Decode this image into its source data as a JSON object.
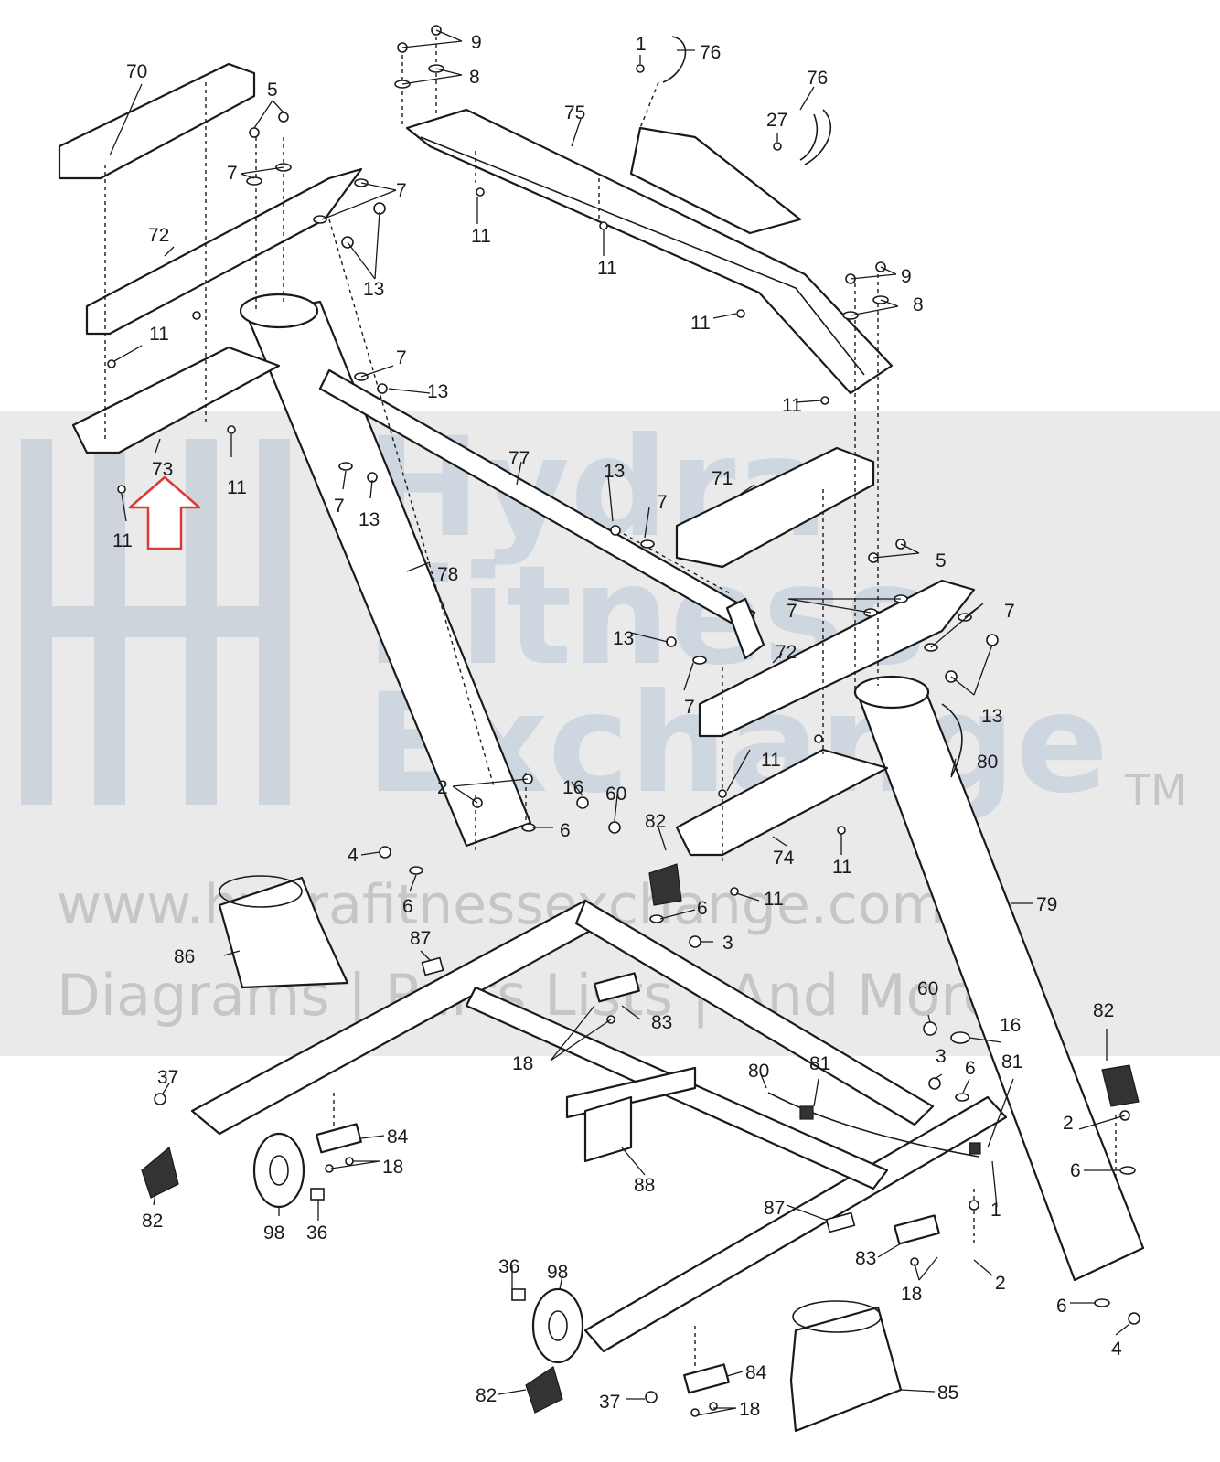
{
  "diagram": {
    "highlight_color": "#d93b3b",
    "highlighted_part": "73",
    "labels": [
      {
        "id": "l70",
        "text": "70"
      },
      {
        "id": "l5a",
        "text": "5"
      },
      {
        "id": "l7a",
        "text": "7"
      },
      {
        "id": "l7b",
        "text": "7"
      },
      {
        "id": "l72a",
        "text": "72"
      },
      {
        "id": "l13a",
        "text": "13"
      },
      {
        "id": "l11a",
        "text": "11"
      },
      {
        "id": "l7c",
        "text": "7"
      },
      {
        "id": "l13b",
        "text": "13"
      },
      {
        "id": "l73",
        "text": "73"
      },
      {
        "id": "l11b",
        "text": "11"
      },
      {
        "id": "l11c",
        "text": "11"
      },
      {
        "id": "l7d",
        "text": "7"
      },
      {
        "id": "l13c",
        "text": "13"
      },
      {
        "id": "l9a",
        "text": "9"
      },
      {
        "id": "l8a",
        "text": "8"
      },
      {
        "id": "l1a",
        "text": "1"
      },
      {
        "id": "l76a",
        "text": "76"
      },
      {
        "id": "l75",
        "text": "75"
      },
      {
        "id": "l76b",
        "text": "76"
      },
      {
        "id": "l27",
        "text": "27"
      },
      {
        "id": "l11d",
        "text": "11"
      },
      {
        "id": "l11e",
        "text": "11"
      },
      {
        "id": "l9b",
        "text": "9"
      },
      {
        "id": "l8b",
        "text": "8"
      },
      {
        "id": "l11f",
        "text": "11"
      },
      {
        "id": "l11g",
        "text": "11"
      },
      {
        "id": "l77",
        "text": "77"
      },
      {
        "id": "l13d",
        "text": "13"
      },
      {
        "id": "l7e",
        "text": "7"
      },
      {
        "id": "l71",
        "text": "71"
      },
      {
        "id": "l5b",
        "text": "5"
      },
      {
        "id": "l78",
        "text": "78"
      },
      {
        "id": "l7f",
        "text": "7"
      },
      {
        "id": "l7g",
        "text": "7"
      },
      {
        "id": "l13e",
        "text": "13"
      },
      {
        "id": "l72b",
        "text": "72"
      },
      {
        "id": "l7h",
        "text": "7"
      },
      {
        "id": "l13f",
        "text": "13"
      },
      {
        "id": "l11h",
        "text": "11"
      },
      {
        "id": "l80a",
        "text": "80"
      },
      {
        "id": "l16a",
        "text": "16"
      },
      {
        "id": "l60a",
        "text": "60"
      },
      {
        "id": "l2a",
        "text": "2"
      },
      {
        "id": "l6a",
        "text": "6"
      },
      {
        "id": "l82a",
        "text": "82"
      },
      {
        "id": "l74",
        "text": "74"
      },
      {
        "id": "l11i",
        "text": "11"
      },
      {
        "id": "l11j",
        "text": "11"
      },
      {
        "id": "l4a",
        "text": "4"
      },
      {
        "id": "l6b",
        "text": "6"
      },
      {
        "id": "l6c",
        "text": "6"
      },
      {
        "id": "l3a",
        "text": "3"
      },
      {
        "id": "l79",
        "text": "79"
      },
      {
        "id": "l86",
        "text": "86"
      },
      {
        "id": "l87a",
        "text": "87"
      },
      {
        "id": "l83a",
        "text": "83"
      },
      {
        "id": "l18a",
        "text": "18"
      },
      {
        "id": "l60b",
        "text": "60"
      },
      {
        "id": "l16b",
        "text": "16"
      },
      {
        "id": "l82b",
        "text": "82"
      },
      {
        "id": "l81a",
        "text": "81"
      },
      {
        "id": "l3b",
        "text": "3"
      },
      {
        "id": "l6d",
        "text": "6"
      },
      {
        "id": "l81b",
        "text": "81"
      },
      {
        "id": "l80b",
        "text": "80"
      },
      {
        "id": "l2b",
        "text": "2"
      },
      {
        "id": "l6e",
        "text": "6"
      },
      {
        "id": "l37a",
        "text": "37"
      },
      {
        "id": "l84a",
        "text": "84"
      },
      {
        "id": "l18b",
        "text": "18"
      },
      {
        "id": "l82c",
        "text": "82"
      },
      {
        "id": "l98a",
        "text": "98"
      },
      {
        "id": "l36a",
        "text": "36"
      },
      {
        "id": "l88",
        "text": "88"
      },
      {
        "id": "l87b",
        "text": "87"
      },
      {
        "id": "l1b",
        "text": "1"
      },
      {
        "id": "l83b",
        "text": "83"
      },
      {
        "id": "l18c",
        "text": "18"
      },
      {
        "id": "l2c",
        "text": "2"
      },
      {
        "id": "l36b",
        "text": "36"
      },
      {
        "id": "l98b",
        "text": "98"
      },
      {
        "id": "l6f",
        "text": "6"
      },
      {
        "id": "l4b",
        "text": "4"
      },
      {
        "id": "l84b",
        "text": "84"
      },
      {
        "id": "l82d",
        "text": "82"
      },
      {
        "id": "l37b",
        "text": "37"
      },
      {
        "id": "l18d",
        "text": "18"
      },
      {
        "id": "l85",
        "text": "85"
      }
    ]
  },
  "watermark": {
    "brand_line1": "Hydra",
    "brand_line2": "Fitness",
    "brand_line3": "Exchange",
    "tm": "TM",
    "url": "www.hydrafitnessexchange.com",
    "tagline": "Diagrams | Parts Lists | And More",
    "band_color": "#e9e9e9"
  }
}
